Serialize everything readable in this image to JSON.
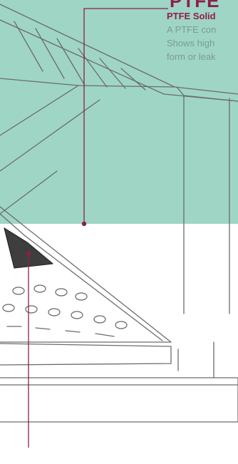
{
  "header": {
    "title": "PTFE"
  },
  "caption": {
    "heading": "PTFE Solid",
    "lines": [
      "A PTFE con",
      "Shows high",
      "form or leak"
    ]
  },
  "colors": {
    "accent": "#8c1f4b",
    "band": "#9fd5c5",
    "caption_text": "#7a9c94",
    "sketch_line": "#6c6c6c"
  }
}
